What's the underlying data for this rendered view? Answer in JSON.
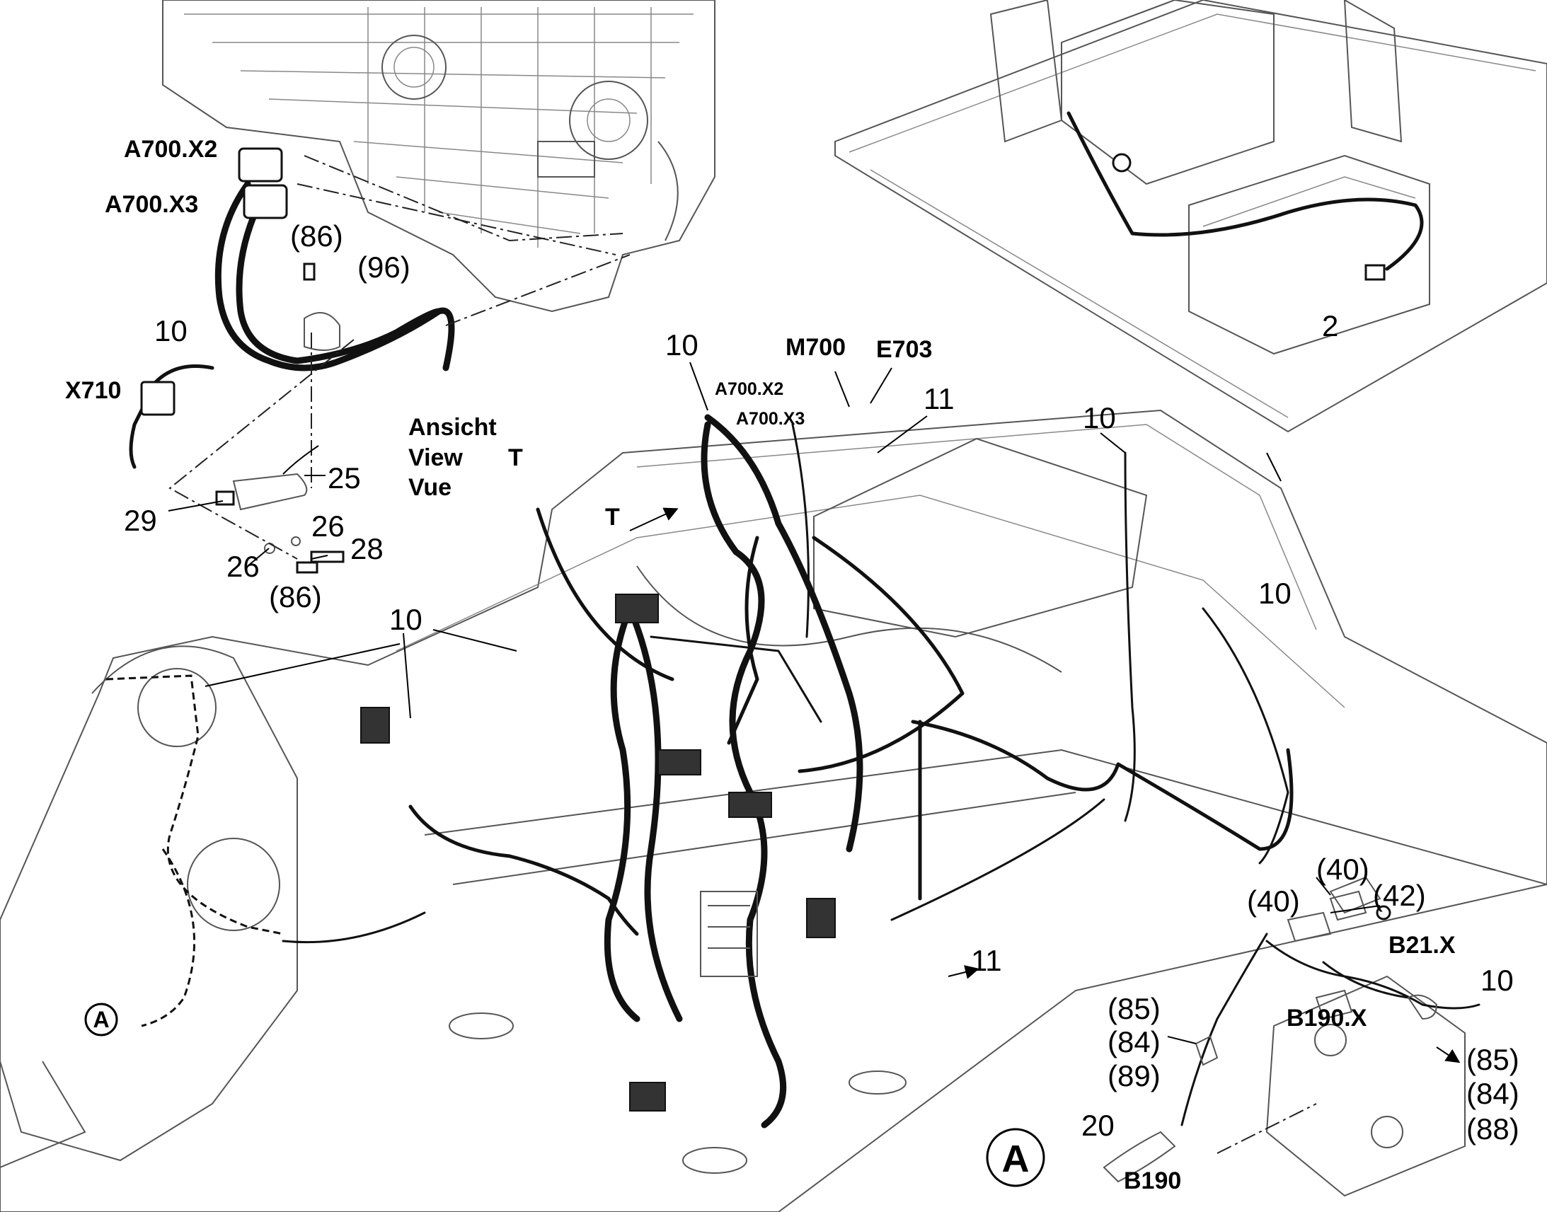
{
  "labels": {
    "a700_x2": "A700.X2",
    "a700_x3": "A700.X3",
    "p86": "(86)",
    "p96": "(96)",
    "n10": "10",
    "x710": "X710",
    "ansicht": "Ansicht",
    "view": "View",
    "vue": "Vue",
    "t": "T",
    "n25": "25",
    "n29": "29",
    "n26": "26",
    "n28": "28",
    "n2": "2",
    "m700": "M700",
    "e703": "E703",
    "n11": "11",
    "p40": "(40)",
    "p42": "(42)",
    "b21x": "B21.X",
    "b190x": "B190.X",
    "p85": "(85)",
    "p84": "(84)",
    "p89": "(89)",
    "p88": "(88)",
    "n20": "20",
    "b190": "B190",
    "detail_a": "A"
  }
}
